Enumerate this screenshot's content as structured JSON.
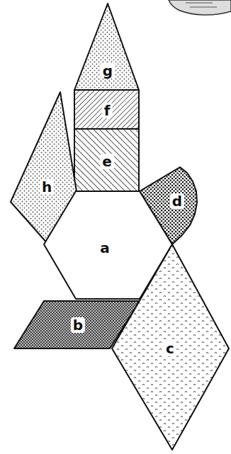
{
  "diagram": {
    "nodes": [
      {
        "text": [
          "g"
        ]
      },
      {
        "text": [
          "f"
        ]
      },
      {
        "text": [
          "e"
        ]
      },
      {
        "text": [
          "h"
        ]
      },
      {
        "text": [
          "d"
        ]
      },
      {
        "text": [
          "a"
        ]
      },
      {
        "text": [
          "b"
        ]
      },
      {
        "text": [
          "c"
        ]
      }
    ]
  }
}
